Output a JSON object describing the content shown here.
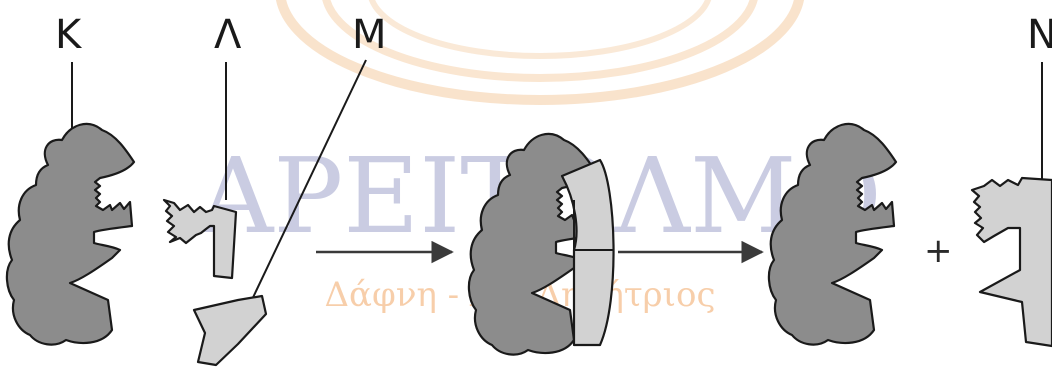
{
  "labels": {
    "k": "K",
    "lambda": "Λ",
    "m": "M",
    "n": "N"
  },
  "operator": "+",
  "watermark": {
    "main": "ΑΡΕΙΤΟΛΜΟ",
    "sub": "Δάφνη - Αγ. Δημήτριος"
  },
  "colors": {
    "enzyme_fill": "#8c8c8c",
    "substrate_fill": "#d2d2d2",
    "outline": "#1a1a1a"
  }
}
